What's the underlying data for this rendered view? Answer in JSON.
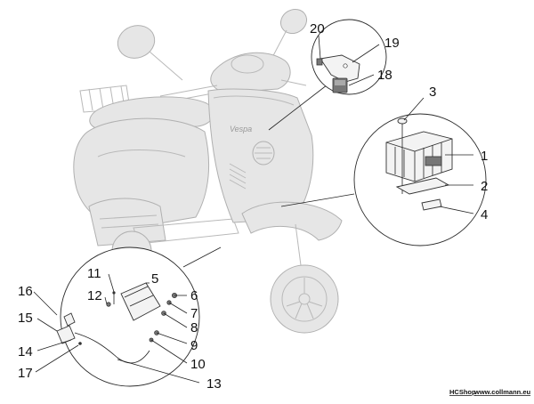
{
  "diagram": {
    "callouts": [
      {
        "id": "c1",
        "label": "1"
      },
      {
        "id": "c2",
        "label": "2"
      },
      {
        "id": "c3",
        "label": "3"
      },
      {
        "id": "c4",
        "label": "4"
      },
      {
        "id": "c5",
        "label": "5"
      },
      {
        "id": "c6",
        "label": "6"
      },
      {
        "id": "c7",
        "label": "7"
      },
      {
        "id": "c8",
        "label": "8"
      },
      {
        "id": "c9",
        "label": "9"
      },
      {
        "id": "c10",
        "label": "10"
      },
      {
        "id": "c11",
        "label": "11"
      },
      {
        "id": "c12",
        "label": "12"
      },
      {
        "id": "c13",
        "label": "13"
      },
      {
        "id": "c14",
        "label": "14"
      },
      {
        "id": "c15",
        "label": "15"
      },
      {
        "id": "c16",
        "label": "16"
      },
      {
        "id": "c17",
        "label": "17"
      },
      {
        "id": "c18",
        "label": "18"
      },
      {
        "id": "c19",
        "label": "19"
      },
      {
        "id": "c20",
        "label": "20"
      }
    ],
    "brand_script": "Vespa",
    "watermark": {
      "shop": "HCShop",
      "site": "www.collmann.eu"
    }
  }
}
